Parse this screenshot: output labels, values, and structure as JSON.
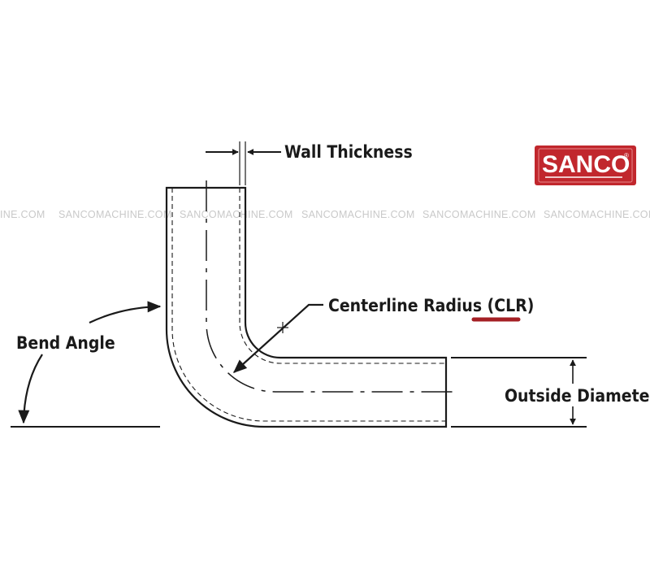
{
  "labels": {
    "wall_thickness": "Wall Thickness",
    "centerline_radius_prefix": "Centerline Radius (",
    "centerline_radius_abbr": "CLR",
    "centerline_radius_suffix": ")",
    "bend_angle": "Bend Angle",
    "outside_diameter": "Outside Diameter"
  },
  "logo": {
    "text": "SANCO",
    "mark": "®",
    "color": "#c1272d"
  },
  "watermark": {
    "text": "SANCOMACHINE.COM",
    "partial_text": "INE.COM"
  },
  "colors": {
    "line": "#1a1a1a",
    "accent": "#a41f24",
    "watermark": "#c9c9c9"
  }
}
